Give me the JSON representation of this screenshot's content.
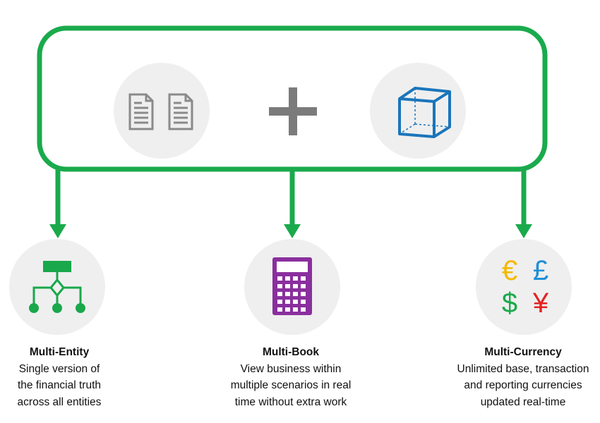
{
  "colors": {
    "frame": "#1aaa4c",
    "circle_bg": "#efefef",
    "doc_icon": "#8a8a8a",
    "plus": "#7b7b7b",
    "cube": "#1a75bb",
    "org_chart": "#19a84b",
    "calculator": "#8a2f9e",
    "euro": "#f5b800",
    "pound": "#1f8fd6",
    "dollar": "#1aaa4c",
    "yen": "#e42222"
  },
  "icons": {
    "documents": "two-documents-icon",
    "plus": "plus-icon",
    "cube": "cube-icon",
    "entity": "org-chart-icon",
    "book": "calculator-icon",
    "currency": "currency-symbols-icon"
  },
  "currency_symbols": {
    "euro": "€",
    "pound": "£",
    "dollar": "$",
    "yen": "¥"
  },
  "features": [
    {
      "title": "Multi-Entity",
      "lines": [
        "Single version of",
        "the financial truth",
        "across all entities"
      ]
    },
    {
      "title": "Multi-Book",
      "lines": [
        "View business within",
        "multiple scenarios in real",
        "time without extra work"
      ]
    },
    {
      "title": "Multi-Currency",
      "lines": [
        "Unlimited base, transaction",
        "and reporting currencies",
        "updated real-time"
      ]
    }
  ]
}
